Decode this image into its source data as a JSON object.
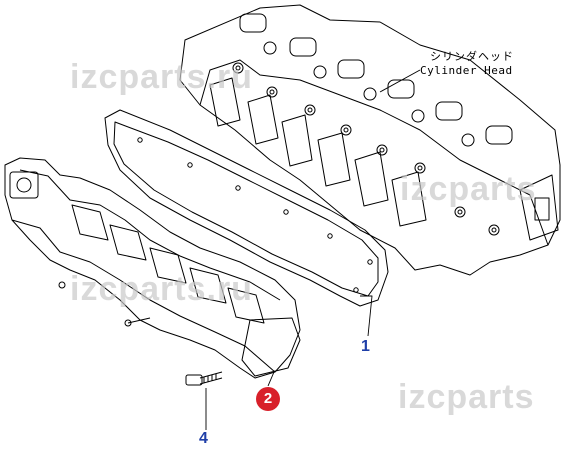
{
  "labels": {
    "head_jp": "シリンダヘッド",
    "head_en": "Cylinder Head"
  },
  "callouts": [
    {
      "id": "1",
      "style": "plain",
      "color": "#1f3fa8"
    },
    {
      "id": "2",
      "style": "circle",
      "color": "#d8202a"
    },
    {
      "id": "4",
      "style": "plain",
      "color": "#1f3fa8"
    }
  ],
  "watermark": {
    "text_ru": "izcparts.ru",
    "text": "izcparts"
  }
}
